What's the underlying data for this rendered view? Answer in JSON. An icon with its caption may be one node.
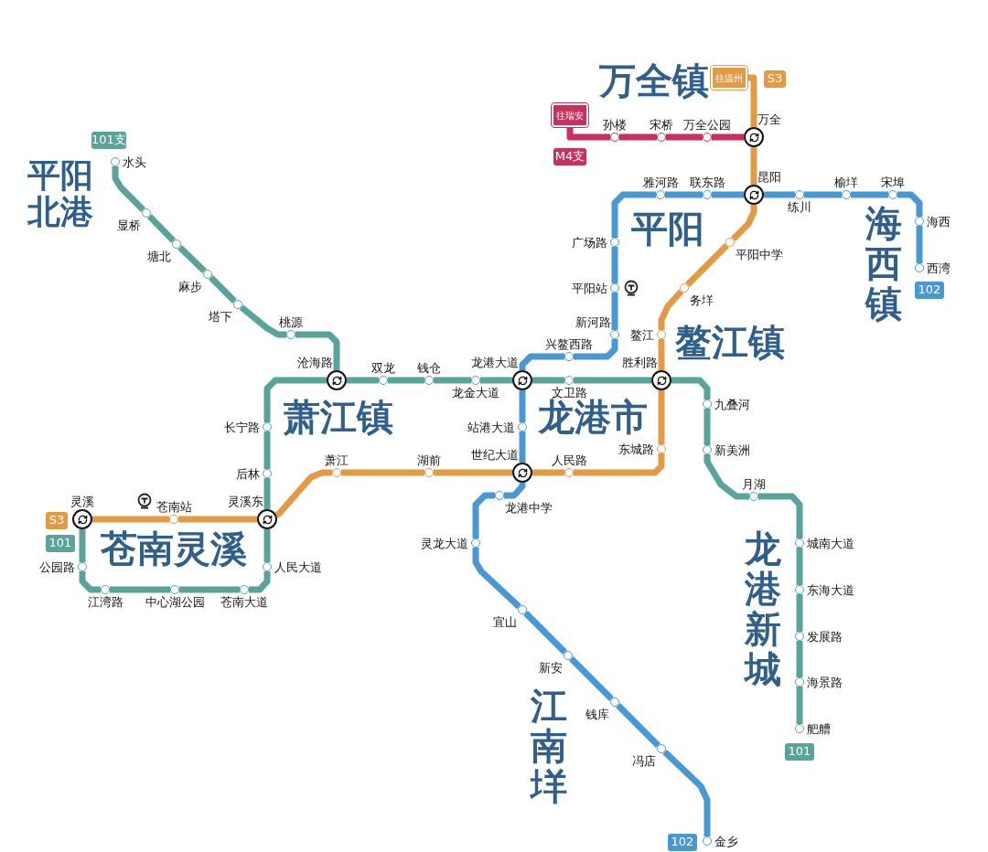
{
  "diagram": {
    "nodes": [
      {
        "text": [
          "往瑞安"
        ]
      },
      {
        "text": [
          "往温州"
        ]
      },
      {
        "text": [
          "S3"
        ]
      },
      {
        "text": [
          "M4支"
        ]
      },
      {
        "text": [],
        "shape": "circle",
        "beside": [
          "孙楼"
        ]
      },
      {
        "text": [],
        "shape": "circle",
        "beside": [
          "宋桥"
        ]
      },
      {
        "text": [],
        "shape": "circle",
        "beside": [
          "万全公园"
        ]
      },
      {
        "text": [],
        "shape": "circle",
        "beside": [
          "万全"
        ]
      },
      {
        "text": [
          "101支"
        ]
      },
      {
        "text": [],
        "shape": "circle",
        "beside": [
          "水头"
        ]
      },
      {
        "text": [],
        "shape": "circle",
        "beside": [
          "雅河路"
        ]
      },
      {
        "text": [],
        "shape": "circle",
        "beside": [
          "联东路"
        ]
      },
      {
        "text": [],
        "shape": "circle",
        "beside": [
          "昆阳"
        ]
      },
      {
        "text": [],
        "shape": "circle",
        "beside": [
          "练川"
        ]
      },
      {
        "text": [],
        "shape": "circle",
        "beside": [
          "榆垟"
        ]
      },
      {
        "text": [],
        "shape": "circle",
        "beside": [
          "宋埠"
        ]
      },
      {
        "text": [],
        "shape": "circle",
        "beside": [
          "显桥"
        ]
      },
      {
        "text": [],
        "shape": "circle",
        "beside": [
          "海西"
        ]
      },
      {
        "text": [],
        "shape": "circle",
        "beside": [
          "广场路"
        ]
      },
      {
        "text": [],
        "shape": "circle",
        "beside": [
          "塘北"
        ]
      },
      {
        "text": [],
        "shape": "circle",
        "beside": [
          "平阳中学"
        ]
      },
      {
        "text": [],
        "shape": "circle",
        "beside": [
          "西湾"
        ]
      },
      {
        "text": [
          "102"
        ]
      },
      {
        "text": [],
        "shape": "circle",
        "beside": [
          "麻步"
        ]
      },
      {
        "text": [],
        "shape": "circle",
        "beside": [
          "平阳站"
        ]
      },
      {
        "text": [],
        "shape": "circle",
        "beside": [
          "务垟"
        ]
      },
      {
        "text": [],
        "shape": "circle",
        "beside": [
          "塔下"
        ]
      },
      {
        "text": [],
        "shape": "circle",
        "beside": [
          "桃源"
        ]
      },
      {
        "text": [],
        "shape": "circle",
        "beside": [
          "新河路"
        ]
      },
      {
        "text": [],
        "shape": "circle",
        "beside": [
          "鳌江"
        ]
      },
      {
        "text": [],
        "shape": "circle",
        "beside": [
          "兴鳌西路"
        ]
      },
      {
        "text": [],
        "shape": "circle",
        "beside": [
          "沧海路"
        ]
      },
      {
        "text": [],
        "shape": "circle",
        "beside": [
          "双龙"
        ]
      },
      {
        "text": [],
        "shape": "circle",
        "beside": [
          "钱仓"
        ]
      },
      {
        "text": [],
        "shape": "circle",
        "beside": [
          "龙金大道"
        ]
      },
      {
        "text": [],
        "shape": "circle",
        "beside": [
          "龙港大道"
        ]
      },
      {
        "text": [],
        "shape": "circle",
        "beside": [
          "文卫路"
        ]
      },
      {
        "text": [],
        "shape": "circle",
        "beside": [
          "胜利路"
        ]
      },
      {
        "text": [],
        "shape": "circle",
        "beside": [
          "九叠河"
        ]
      },
      {
        "text": [],
        "shape": "circle",
        "beside": [
          "长宁路"
        ]
      },
      {
        "text": [],
        "shape": "circle",
        "beside": [
          "站港大道"
        ]
      },
      {
        "text": [],
        "shape": "circle",
        "beside": [
          "新美洲"
        ]
      },
      {
        "text": [],
        "shape": "circle",
        "beside": [
          "东城路"
        ]
      },
      {
        "text": [],
        "shape": "circle",
        "beside": [
          "后林"
        ]
      },
      {
        "text": [],
        "shape": "circle",
        "beside": [
          "萧江"
        ]
      },
      {
        "text": [],
        "shape": "circle",
        "beside": [
          "湖前"
        ]
      },
      {
        "text": [],
        "shape": "circle",
        "beside": [
          "世纪大道"
        ]
      },
      {
        "text": [],
        "shape": "circle",
        "beside": [
          "人民路"
        ]
      },
      {
        "text": [],
        "shape": "circle",
        "beside": [
          "月湖"
        ]
      },
      {
        "text": [],
        "shape": "circle",
        "beside": [
          "龙港中学"
        ]
      },
      {
        "text": [],
        "shape": "circle",
        "beside": [
          "灵溪"
        ]
      },
      {
        "text": [],
        "shape": "circle",
        "beside": [
          "苍南站"
        ]
      },
      {
        "text": [],
        "shape": "circle",
        "beside": [
          "灵溪东"
        ]
      },
      {
        "text": [
          "S3"
        ]
      },
      {
        "text": [
          "101"
        ]
      },
      {
        "text": [],
        "shape": "circle",
        "beside": [
          "灵龙大道"
        ]
      },
      {
        "text": [],
        "shape": "circle",
        "beside": [
          "城南大道"
        ]
      },
      {
        "text": [],
        "shape": "circle",
        "beside": [
          "公园路"
        ]
      },
      {
        "text": [],
        "shape": "circle",
        "beside": [
          "人民大道"
        ]
      },
      {
        "text": [],
        "shape": "circle",
        "beside": [
          "江湾路"
        ]
      },
      {
        "text": [],
        "shape": "circle",
        "beside": [
          "中心湖公园"
        ]
      },
      {
        "text": [],
        "shape": "circle",
        "beside": [
          "苍南大道"
        ]
      },
      {
        "text": [],
        "shape": "circle",
        "beside": [
          "东海大道"
        ]
      },
      {
        "text": [],
        "shape": "circle",
        "beside": [
          "宜山"
        ]
      },
      {
        "text": [],
        "shape": "circle",
        "beside": [
          "发展路"
        ]
      },
      {
        "text": [],
        "shape": "circle",
        "beside": [
          "新安"
        ]
      },
      {
        "text": [],
        "shape": "circle",
        "beside": [
          "海景路"
        ]
      },
      {
        "text": [],
        "shape": "circle",
        "beside": [
          "钱库"
        ]
      },
      {
        "text": [],
        "shape": "circle",
        "beside": [
          "舥艚"
        ]
      },
      {
        "text": [],
        "shape": "circle",
        "beside": [
          "冯店"
        ]
      },
      {
        "text": [
          "101"
        ]
      },
      {
        "text": [
          "102"
        ]
      },
      {
        "text": [],
        "shape": "circle",
        "beside": [
          "金乡"
        ]
      }
    ],
    "edges": [
      {
        "from": 0,
        "to": 4,
        "arrow": "none",
        "color": "#c8305f"
      },
      {
        "from": 4,
        "to": 5,
        "arrow": "none",
        "color": "#c8305f"
      },
      {
        "from": 5,
        "to": 6,
        "arrow": "none",
        "color": "#c8305f"
      },
      {
        "from": 6,
        "to": 7,
        "arrow": "none",
        "color": "#c8305f"
      },
      {
        "from": 1,
        "to": 7,
        "arrow": "none",
        "color": "#e39a45"
      },
      {
        "from": 7,
        "to": 12,
        "arrow": "none",
        "color": "#e39a45"
      },
      {
        "from": 12,
        "to": 20,
        "arrow": "none",
        "color": "#e39a45"
      },
      {
        "from": 20,
        "to": 25,
        "arrow": "none",
        "color": "#e39a45"
      },
      {
        "from": 25,
        "to": 29,
        "arrow": "none",
        "color": "#e39a45"
      },
      {
        "from": 29,
        "to": 37,
        "arrow": "none",
        "color": "#e39a45"
      },
      {
        "from": 37,
        "to": 42,
        "arrow": "none",
        "color": "#e39a45"
      },
      {
        "from": 42,
        "to": 47,
        "arrow": "none",
        "color": "#e39a45"
      },
      {
        "from": 47,
        "to": 46,
        "arrow": "none",
        "color": "#e39a45"
      },
      {
        "from": 46,
        "to": 45,
        "arrow": "none",
        "color": "#e39a45"
      },
      {
        "from": 45,
        "to": 44,
        "arrow": "none",
        "color": "#e39a45"
      },
      {
        "from": 44,
        "to": 52,
        "arrow": "none",
        "color": "#e39a45"
      },
      {
        "from": 52,
        "to": 51,
        "arrow": "none",
        "color": "#e39a45"
      },
      {
        "from": 51,
        "to": 50,
        "arrow": "none",
        "color": "#e39a45"
      },
      {
        "from": 21,
        "to": 17,
        "arrow": "none",
        "color": "#4a98d3"
      },
      {
        "from": 17,
        "to": 15,
        "arrow": "none",
        "color": "#4a98d3"
      },
      {
        "from": 15,
        "to": 14,
        "arrow": "none",
        "color": "#4a98d3"
      },
      {
        "from": 14,
        "to": 13,
        "arrow": "none",
        "color": "#4a98d3"
      },
      {
        "from": 13,
        "to": 12,
        "arrow": "none",
        "color": "#4a98d3"
      },
      {
        "from": 12,
        "to": 11,
        "arrow": "none",
        "color": "#4a98d3"
      },
      {
        "from": 11,
        "to": 10,
        "arrow": "none",
        "color": "#4a98d3"
      },
      {
        "from": 10,
        "to": 18,
        "arrow": "none",
        "color": "#4a98d3"
      },
      {
        "from": 18,
        "to": 24,
        "arrow": "none",
        "color": "#4a98d3"
      },
      {
        "from": 24,
        "to": 28,
        "arrow": "none",
        "color": "#4a98d3"
      },
      {
        "from": 28,
        "to": 30,
        "arrow": "none",
        "color": "#4a98d3"
      },
      {
        "from": 30,
        "to": 35,
        "arrow": "none",
        "color": "#4a98d3"
      },
      {
        "from": 35,
        "to": 40,
        "arrow": "none",
        "color": "#4a98d3"
      },
      {
        "from": 40,
        "to": 46,
        "arrow": "none",
        "color": "#4a98d3"
      },
      {
        "from": 46,
        "to": 49,
        "arrow": "none",
        "color": "#4a98d3"
      },
      {
        "from": 49,
        "to": 55,
        "arrow": "none",
        "color": "#4a98d3"
      },
      {
        "from": 55,
        "to": 63,
        "arrow": "none",
        "color": "#4a98d3"
      },
      {
        "from": 63,
        "to": 65,
        "arrow": "none",
        "color": "#4a98d3"
      },
      {
        "from": 65,
        "to": 67,
        "arrow": "none",
        "color": "#4a98d3"
      },
      {
        "from": 67,
        "to": 69,
        "arrow": "none",
        "color": "#4a98d3"
      },
      {
        "from": 69,
        "to": 72,
        "arrow": "none",
        "color": "#4a98d3"
      },
      {
        "from": 9,
        "to": 16,
        "arrow": "none"
      },
      {
        "from": 16,
        "to": 19,
        "arrow": "none"
      },
      {
        "from": 19,
        "to": 23,
        "arrow": "none"
      },
      {
        "from": 23,
        "to": 26,
        "arrow": "none"
      },
      {
        "from": 26,
        "to": 27,
        "arrow": "none"
      },
      {
        "from": 27,
        "to": 31,
        "arrow": "none"
      },
      {
        "from": 50,
        "to": 57,
        "arrow": "none"
      },
      {
        "from": 57,
        "to": 59,
        "arrow": "none"
      },
      {
        "from": 59,
        "to": 60,
        "arrow": "none"
      },
      {
        "from": 60,
        "to": 61,
        "arrow": "none"
      },
      {
        "from": 61,
        "to": 58,
        "arrow": "none"
      },
      {
        "from": 58,
        "to": 52,
        "arrow": "none"
      },
      {
        "from": 52,
        "to": 43,
        "arrow": "none"
      },
      {
        "from": 43,
        "to": 39,
        "arrow": "none"
      },
      {
        "from": 39,
        "to": 31,
        "arrow": "none"
      },
      {
        "from": 31,
        "to": 32,
        "arrow": "none"
      },
      {
        "from": 32,
        "to": 33,
        "arrow": "none"
      },
      {
        "from": 33,
        "to": 34,
        "arrow": "none"
      },
      {
        "from": 34,
        "to": 35,
        "arrow": "none"
      },
      {
        "from": 35,
        "to": 36,
        "arrow": "none"
      },
      {
        "from": 36,
        "to": 37,
        "arrow": "none"
      },
      {
        "from": 37,
        "to": 38,
        "arrow": "none"
      },
      {
        "from": 38,
        "to": 41,
        "arrow": "none"
      },
      {
        "from": 41,
        "to": 48,
        "arrow": "none"
      },
      {
        "from": 48,
        "to": 56,
        "arrow": "none"
      },
      {
        "from": 56,
        "to": 62,
        "arrow": "none"
      },
      {
        "from": 62,
        "to": 64,
        "arrow": "none"
      },
      {
        "from": 64,
        "to": 66,
        "arrow": "none"
      },
      {
        "from": 66,
        "to": 68,
        "arrow": "none"
      }
    ],
    "labels": [
      "万全镇",
      "平阳北港",
      "平阳",
      "海西镇",
      "鳌江镇",
      "萧江镇",
      "龙港市",
      "苍南灵溪",
      "龙港新城",
      "江南垟"
    ]
  }
}
